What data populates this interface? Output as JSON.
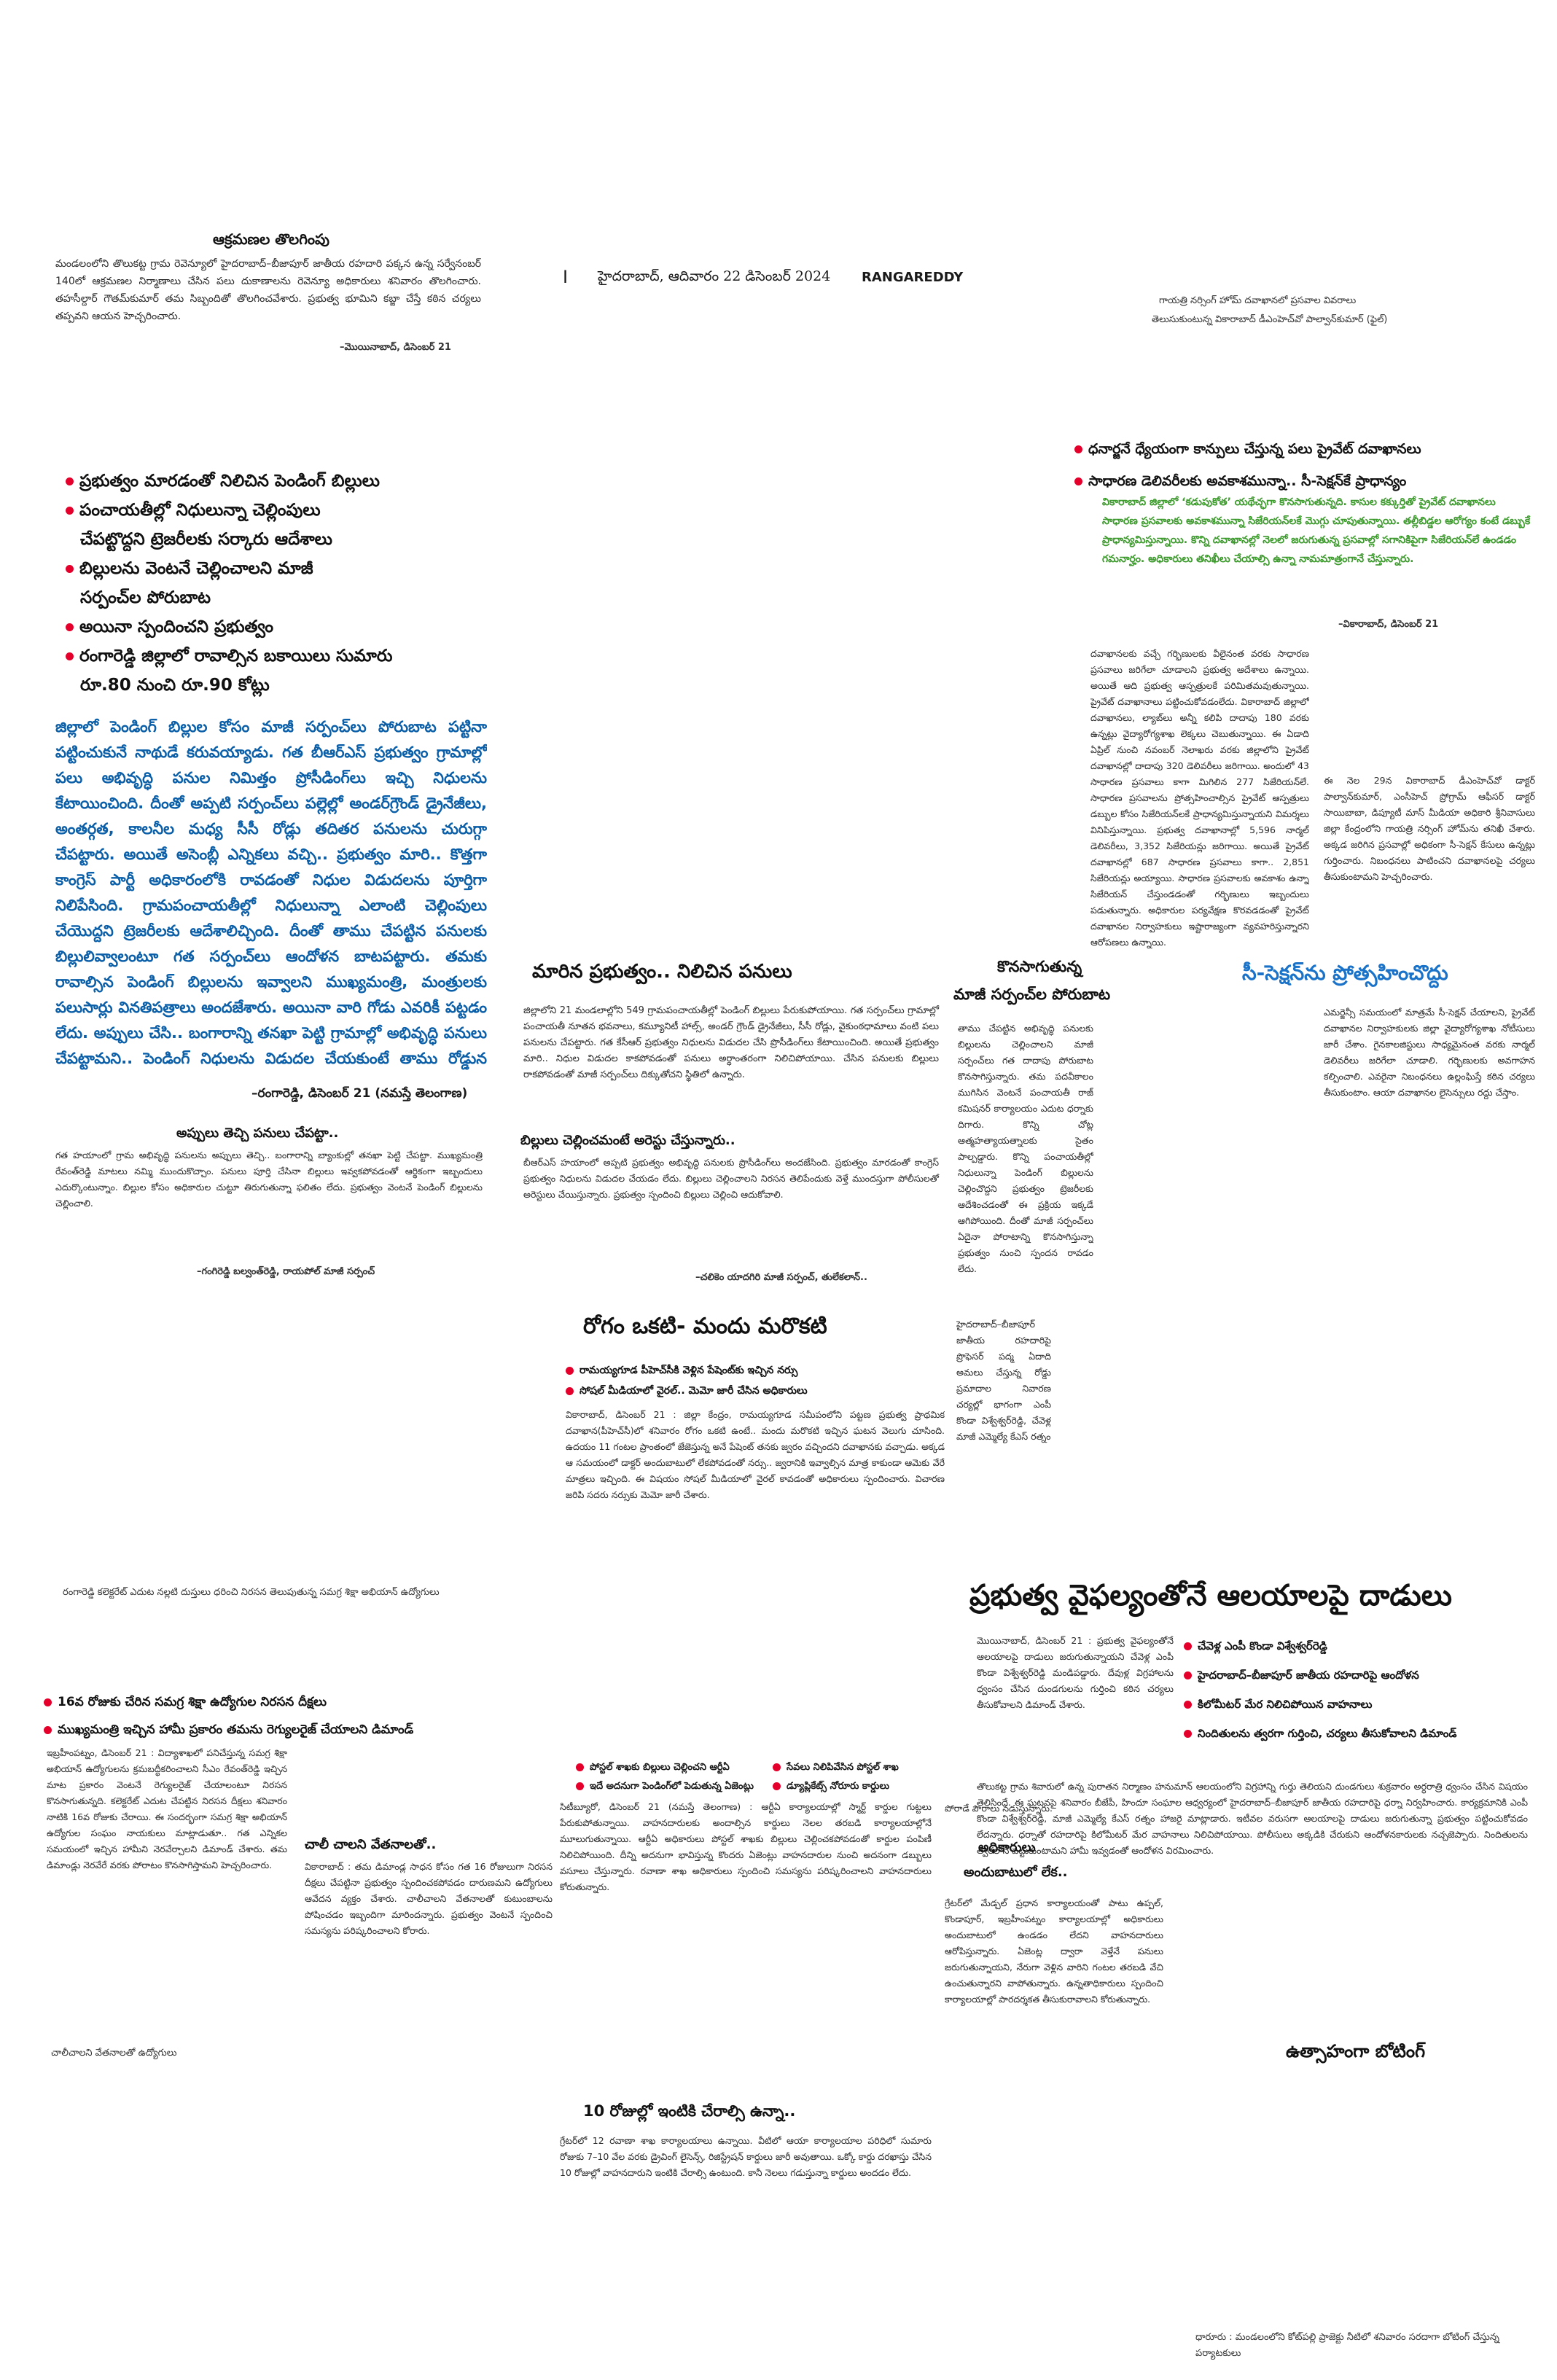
{
  "header": {
    "page_marker": "I",
    "dateline": "హైదరాబాద్, ఆదివారం 22 డిసెంబర్ 2024",
    "section": "RANGAREDDY"
  },
  "top_left": {
    "title": "ఆక్రమణల తొలగింపు",
    "body": "మండలంలోని తొలుకట్ట గ్రామ రెవెన్యూలో హైదరాబాద్–బీజాపూర్ జాతీయ రహదారి పక్కన ఉన్న సర్వేనంబర్ 140లో ఆక్రమణల నిర్మాణాలు చేసిన పలు దుకాణాలను రెవెన్యూ అధికారులు శనివారం తొలగించారు. తహసీల్దార్ గౌతమ్‌కుమార్ తమ సిబ్బందితో తొలగించవేశారు. ప్రభుత్వ భూమిని కబ్జా చేస్తే కఠిన చర్యలు తప్పవని ఆయన హెచ్చరించారు.",
    "dateline": "–మొయినాబాద్, డిసెంబర్ 21"
  },
  "top_right_caption": {
    "line1": "గాయత్రి నర్సింగ్ హోమ్ దవాఖానలో ప్రసవాల వివరాలు",
    "line2": "తెలుసుకుంటున్న వికారాబాద్ డీఎంహెచ్‌వో పాల్వాన్‌కుమార్ (ఫైల్)"
  },
  "pending_bills": {
    "bullets": [
      "ప్రభుత్వం మారడంతో నిలిచిన పెండింగ్ బిల్లులు",
      "పంచాయతీల్లో నిధులున్నా చెల్లింపులు",
      "చేపట్టొద్దని ట్రెజరీలకు సర్కారు ఆదేశాలు",
      "బిల్లులను వెంటనే చెల్లించాలని మాజీ",
      "సర్పంచ్‌ల పోరుబాట",
      "అయినా స్పందించని ప్రభుత్వం",
      "రంగారెడ్డి జిల్లాలో రావాల్సిన బకాయిలు సుమారు",
      "రూ.80 నుంచి రూ.90 కోట్లు"
    ],
    "intro": "జిల్లాలో పెండింగ్ బిల్లుల కోసం మాజీ సర్పంచ్‌లు పోరుబాట పట్టినా పట్టించుకునే నాథుడే కరువయ్యాడు. గత బీఆర్‌ఎస్ ప్రభుత్వం గ్రామాల్లో పలు అభివృద్ధి పనుల నిమిత్తం ప్రోసీడింగ్‌లు ఇచ్చి నిధులను కేటాయించింది. దీంతో అప్పటి సర్పంచ్‌లు పల్లెల్లో అండర్‌గ్రౌండ్ డ్రైనేజీలు, అంతర్గత, కాలనీల మధ్య సీసీ రోడ్లు తదితర పనులను చురుగ్గా చేపట్టారు. అయితే అసెంబ్లీ ఎన్నికలు వచ్చి.. ప్రభుత్వం మారి.. కొత్తగా కాంగ్రెస్ పార్టీ అధికారంలోకి రావడంతో నిధుల విడుదలను పూర్తిగా నిలిపేసింది. గ్రామపంచాయతీల్లో నిధులున్నా ఎలాంటి చెల్లింపులు చేయొద్దని ట్రెజరీలకు ఆదేశాలిచ్చింది. దీంతో తాము చేపట్టిన పనులకు బిల్లులివ్వాలంటూ గత సర్పంచ్‌లు ఆందోళన బాటపట్టారు. తమకు రావాల్సిన పెండింగ్ బిల్లులను ఇవ్వాలని ముఖ్యమంత్రి, మంత్రులకు పలుసార్లు వినతిపత్రాలు అందజేశారు. అయినా వారి గోడు ఎవరికీ పట్టడం లేదు. అప్పులు చేసి.. బంగారాన్ని తనఖా పెట్టి గ్రామాల్లో అభివృద్ధి పనులు చేపట్టామని.. పెండింగ్ నిధులను విడుదల చేయకుంటే తాము రోడ్డున పడుతామని వారు ఆవేదన వ్యక్తం చేస్తున్నారు. జిల్లాలో సుమారుగా రూ.80 నుంచి రూ.90 కోట్ల బకాయిలు ఉన్నట్లు సమాచారం.",
    "dateline": "–రంగారెడ్డి, డిసెంబర్ 21 (నమస్తే తెలంగాణ)"
  },
  "maarina": {
    "title": "మారిన ప్రభుత్వం.. నిలిచిన పనులు",
    "body": "జిల్లాలోని 21 మండలాల్లోని 549 గ్రామపంచాయతీల్లో పెండింగ్ బిల్లులు పేరుకుపోయాయి. గత సర్పంచ్‌లు గ్రామాల్లో పంచాయతీ నూతన భవనాలు, కమ్యూనిటీ హాల్స్, అండర్ గ్రౌండ్ డ్రైనేజీలు, సీసీ రోడ్లు, వైకుంఠధామాలు వంటి పలు పనులను చేపట్టారు. గత కేసీఆర్ ప్రభుత్వం నిధులను విడుదల చేసి ప్రొసీడింగ్‌లు కేటాయించింది. అయితే ప్రభుత్వం మారి.. నిధుల విడుదల కాకపోవడంతో పనులు అర్ధాంతరంగా నిలిచిపోయాయి. చేసిన పనులకు బిల్లులు రాకపోవడంతో మాజీ సర్పంచ్‌లు దిక్కుతోచని స్థితిలో ఉన్నారు."
  },
  "konasaagutunna": {
    "title_line1": "కొనసాగుతున్న",
    "title_line2": "మాజీ సర్పంచ్‌ల పోరుబాట",
    "body": "తాము చేపట్టిన అభివృద్ధి పనులకు బిల్లులను చెల్లించాలని మాజీ సర్పంచ్‌లు గత దాదాపు పోరుబాట కొనసాగిస్తున్నారు. తమ పదవీకాలం ముగిసిన వెంటనే పంచాయతీ రాజ్ కమిషనర్ కార్యాలయం ఎదుట ధర్నాకు దిగారు. కొన్ని చోట్ల ఆత్మహత్యాయత్నాలకు సైతం పాల్పడ్డారు. కొన్ని పంచాయతీల్లో నిధులున్నా పెండింగ్ బిల్లులను చెల్లించొద్దని ప్రభుత్వం ట్రెజరీలకు ఆదేశించడంతో ఈ ప్రక్రియ ఇక్కడే ఆగిపోయింది. దీంతో మాజీ సర్పంచ్‌లు ఏదైనా పోరాటాన్ని కొనసాగిస్తున్నా ప్రభుత్వం నుంచి స్పందన రావడం లేదు."
  },
  "appulu": {
    "title": "అప్పులు తెచ్చి పనులు చేపట్టా..",
    "body": "గత హయాంలో గ్రామ అభివృద్ధి పనులను అప్పులు తెచ్చి.. బంగారాన్ని బ్యాంకుల్లో తనఖా పెట్టి చేపట్టా. ముఖ్యమంత్రి రేవంత్‌రెడ్డి మాటలు నమ్మి ముందుకొచ్చాం. పనులు పూర్తి చేసినా బిల్లులు ఇవ్వకపోవడంతో ఆర్థికంగా ఇబ్బందులు ఎదుర్కొంటున్నాం. బిల్లుల కోసం అధికారుల చుట్టూ తిరుగుతున్నా ఫలితం లేదు. ప్రభుత్వం వెంటనే పెండింగ్ బిల్లులను చెల్లించాలి.",
    "byline": "–గంగిరెడ్డి బల్వంత్‌రెడ్డి, రాయపోల్ మాజీ సర్పంచ్"
  },
  "billulu": {
    "title": "బిల్లులు చెల్లించమంటే అరెస్టు చేస్తున్నారు..",
    "body": "బీఆర్‌ఎస్ హయాంలో అప్పటి ప్రభుత్వం అభివృద్ధి పనులకు ప్రొసీడింగ్‌లు అందజేసింది. ప్రభుత్వం మారడంతో కాంగ్రెస్ ప్రభుత్వం నిధులను విడుదల చేయడం లేదు. బిల్లులు చెల్లించాలని నిరసన తెలిపేందుకు వెళ్తే ముందస్తుగా పోలీసులతో అరెస్టులు చేయిస్తున్నారు. ప్రభుత్వం స్పందించి బిల్లులు చెల్లించి ఆదుకోవాలి.",
    "byline": "–చలికెం యాదగిరి మాజీ సర్పంచ్, తులేకలాన్.."
  },
  "private_hospitals": {
    "bullets": [
      "ధనార్జనే ధ్యేయంగా కాన్పులు చేస్తున్న పలు ప్రైవేట్ దవాఖానలు",
      "సాధారణ డెలివరీలకు అవకాశమున్నా.. సీ-సెక్షన్‌కే ప్రాధాన్యం"
    ],
    "highlight": "వికారాబాద్ జిల్లాలో ‘కడుపుకోత’ యథేచ్ఛగా కొనసాగుతున్నది. కాసుల కక్కుర్తితో ప్రైవేట్ దవాఖానలు సాధారణ ప్రసవాలకు అవకాశమున్నా సిజేరియన్‌లకే మొగ్గు చూపుతున్నాయి. తల్లీబిడ్డల ఆరోగ్యం కంటే డబ్బుకే ప్రాధాన్యమిస్తున్నాయి. కొన్ని దవాఖానల్లో నెలలో జరుగుతున్న ప్రసవాల్లో సగానికిపైగా సిజేరియన్‌లే ఉండడం గమనార్హం. అధికారులు తనిఖీలు చేయాల్సి ఉన్నా నామమాత్రంగానే చేస్తున్నారు.",
    "dateline": "–వికారాబాద్, డిసెంబర్ 21",
    "body_left": "దవాఖానలకు వచ్చే గర్భిణులకు వీలైనంత వరకు సాధారణ ప్రసవాలు జరిగేలా చూడాలని ప్రభుత్వ ఆదేశాలు ఉన్నాయి. అయితే ఆది ప్రభుత్వ ఆస్పత్రులకే పరిమితమవుతున్నాయి. ప్రైవేట్ దవాఖానాలు పట్టించుకోవడంలేదు. వికారాబాద్ జిల్లాలో దవాఖానలు, ల్యాబ్‌లు అన్నీ కలిపి దాదాపు 180 వరకు ఉన్నట్లు వైద్యారోగ్యశాఖ లెక్కలు చెబుతున్నాయి. ఈ ఏడాది ఏప్రిల్ నుంచి నవంబర్ నెలాఖరు వరకు జిల్లాలోని ప్రైవేట్ దవాఖానల్లో దాదాపు 320 డెలివరీలు జరిగాయి. అందులో 43 సాధారణ ప్రసవాలు కాగా మిగిలిన 277 సిజేరియన్‌లే. సాధారణ ప్రసవాలను ప్రోత్సహించాల్సిన ప్రైవేట్ ఆస్పత్రులు డబ్బుల కోసం సిజేరియన్‌లకే ప్రాధాన్యమిస్తున్నాయని విమర్శలు వినిపిస్తున్నాయి. ప్రభుత్వ దవాఖానాల్లో 5,596 నార్మల్ డెలివరీలు, 3,352 సిజేరియన్లు జరిగాయి. అయితే ప్రైవేట్ దవాఖానల్లో 687 సాధారణ ప్రసవాలు కాగా.. 2,851 సిజేరియన్లు అయ్యాయి. సాధారణ ప్రసవాలకు అవకాశం ఉన్నా సిజేరియన్ చేస్తుండడంతో గర్భిణులు ఇబ్బందులు పడుతున్నారు. అధికారుల పర్యవేక్షణ కొరవడడంతో ప్రైవేట్ దవాఖానల నిర్వాహకులు ఇష్టారాజ్యంగా వ్యవహరిస్తున్నారని ఆరోపణలు ఉన్నాయి.",
    "body_right": "ఈ నెల 29న వికారాబాద్ డీఎంహెచ్‌వో డాక్టర్ పాల్వాన్‌కుమార్, ఎంసీహెచ్ ప్రోగ్రామ్ ఆఫీసర్ డాక్టర్ సాయిబాబా, డిప్యూటీ మాస్ మీడియా అధికారి శ్రీనివాసులు జిల్లా కేంద్రంలోని గాయత్రి నర్సింగ్ హోమ్‌ను తనిఖీ చేశారు. అక్కడ జరిగిన ప్రసవాల్లో అధికంగా సీ-సెక్షన్ కేసులు ఉన్నట్లు గుర్తించారు. నిబంధనలు పాటించని దవాఖానలపై చర్యలు తీసుకుంటామని హెచ్చరించారు."
  },
  "csection": {
    "title": "సీ-సెక్షన్‌ను ప్రోత్సహించొద్దు",
    "body": "ఎమర్జెన్సీ సమయంలో మాత్రమే సీ-సెక్షన్ చేయాలని, ప్రైవేట్ దవాఖానల నిర్వాహకులకు జిల్లా వైద్యారోగ్యశాఖ నోటీసులు జారీ చేశాం. గైనకాలజిస్టులు సాధ్యమైనంత వరకు నార్మల్ డెలివరీలు జరిగేలా చూడాలి. గర్భిణులకు అవగాహన కల్పించాలి. ఎవరైనా నిబంధనలు ఉల్లంఘిస్తే కఠిన చర్యలు తీసుకుంటాం. ఆయా దవాఖానల లైసెన్సులు రద్దు చేస్తాం."
  },
  "rogam": {
    "title": "రోగం ఒకటి- మందు మరొకటి",
    "bullets": [
      "రామయ్యగూడ పీహెచ్‌సీకి వెళ్లిన పేషెంట్‌కు ఇచ్చిన నర్సు",
      "సోషల్ మీడియాలో వైరల్.. మెమో జారీ చేసిన అధికారులు"
    ],
    "body": "వికారాబాద్, డిసెంబర్ 21 : జిల్లా కేంద్రం, రామయ్యగూడ సమీపంలోని పట్టణ ప్రభుత్వ ప్రాథమిక దవాఖాన(పీహెచ్‌సీ)లో శనివారం రోగం ఒకటి ఉంటే.. మందు మరొకటి ఇచ్చిన ఘటన వెలుగు చూసింది. ఉదయం 11 గంటల ప్రాంతంలో జేజెస్తున్న అనే పేషెంట్ తనకు జ్వరం వచ్చిందని దవాఖానకు వచ్చాడు. అక్కడ ఆ సమయంలో డాక్టర్ అందుబాటులో లేకపోవడంతో నర్సు.. జ్వరానికి ఇవ్వాల్సిన మాత్ర కాకుండా ఆమెకు వేరే మాత్రలు ఇచ్చింది. ఈ విషయం సోషల్ మీడియాలో వైరల్ కావడంతో అధికారులు స్పందించారు. విచారణ జరిపి సదరు నర్సుకు మెమో జారీ చేశారు.",
    "side": "హైదరాబాద్–బీజాపూర్ జాతీయ రహదారిపై ప్రొఫెసర్ పద్మ ఏదాది అమలు చేస్తున్న రోడ్డు ప్రమాదాల నివారణ చర్యల్లో భాగంగా ఎంపీ కొండా విశ్వేశ్వర్‌రెడ్డి, చేవెళ్ల మాజీ ఎమ్మెల్యే కేఎస్ రత్నం"
  },
  "photo_caption_left": "రంగారెడ్డి కలెక్టరేట్ ఎదుట నల్లటి దుస్తులు ధరించి నిరసన తెలుపుతున్న సమగ్ర శిక్షా అభియాన్ ఉద్యోగులు",
  "alayalu": {
    "title": "ప్రభుత్వ వైఫల్యంతోనే ఆలయాలపై దాడులు",
    "bullets": [
      "చేవెళ్ల ఎంపీ కొండా విశ్వేశ్వర్‌రెడ్డి",
      "హైదరాబాద్–బీజాపూర్ జాతీయ రహదారిపై ఆందోళన",
      "కిలోమీటర్ మేర నిలిచిపోయిన వాహనాలు",
      "నిందితులను త్వరగా గుర్తించి, చర్యలు తీసుకోవాలని డిమాండ్"
    ],
    "body_col": "మొయినాబాద్, డిసెంబర్ 21 : ప్రభుత్వ వైఫల్యంతోనే ఆలయాలపై దాడులు జరుగుతున్నాయని చేవెళ్ల ఎంపీ కొండా విశ్వేశ్వర్‌రెడ్డి మండిపడ్డారు. దేవుళ్ల విగ్రహాలను ధ్వంసం చేసిన దుండగులను గుర్తించి కఠిన చర్యలు తీసుకోవాలని డిమాండ్ చేశారు.",
    "body_wide": "తొలుకట్ట గ్రామ శివారులో ఉన్న పురాతన నిర్మాణం హనుమాన్ ఆలయంలోని విగ్రహాన్ని గుర్తు తెలియని దుండగులు శుక్రవారం అర్ధరాత్రి ధ్వంసం చేసిన విషయం తెలిసిందే. ఈ ఘటనపై శనివారం బీజేపీ, హిందూ సంఘాల ఆధ్వర్యంలో హైదరాబాద్–బీజాపూర్ జాతీయ రహదారిపై ధర్నా నిర్వహించారు. కార్యక్రమానికి ఎంపీ కొండా విశ్వేశ్వర్‌రెడ్డి, మాజీ ఎమ్మెల్యే కేఎస్ రత్నం హాజరై మాట్లాడారు. ఇటీవల వరుసగా ఆలయాలపై దాడులు జరుగుతున్నా ప్రభుత్వం పట్టించుకోవడం లేదన్నారు. ధర్నాతో రహదారిపై కిలోమీటర్ మేర వాహనాలు నిలిచిపోయాయి. పోలీసులు అక్కడికి చేరుకుని ఆందోళనకారులకు నచ్చజెప్పారు. నిందితులను త్వరలోనే పట్టుకుంటామని హామీ ఇవ్వడంతో ఆందోళన విరమించారు.",
    "photo_caption": "ఉత్సాహంగా బోటింగ్",
    "photo_credit": "ధారూరు : మండలంలోని కోట్‌పల్లి ప్రాజెక్టు నీటిలో శనివారం సరదాగా బోటింగ్ చేస్తున్న పర్యాటకులు"
  },
  "ssa": {
    "bullets": [
      "16వ రోజుకు చేరిన సమగ్ర శిక్షా ఉద్యోగుల నిరసన దీక్షలు",
      "ముఖ్యమంత్రి ఇచ్చిన హామీ ప్రకారం తమను రెగ్యులరైజ్ చేయాలని డిమాండ్"
    ],
    "body": "ఇబ్రహీంపట్నం, డిసెంబర్ 21 : విద్యాశాఖలో పనిచేస్తున్న సమగ్ర శిక్షా అభియాన్ ఉద్యోగులను క్రమబద్ధీకరించాలని సీఎం రేవంత్‌రెడ్డి ఇచ్చిన మాట ప్రకారం వెంటనే రెగ్యులరైజ్ చేయాలంటూ నిరసన కొనసాగుతున్నది. కలెక్టరేట్ ఎదుట చేపట్టిన నిరసన దీక్షలు శనివారం నాటికి 16వ రోజుకు చేరాయి. ఈ సందర్భంగా సమగ్ర శిక్షా అభియాన్ ఉద్యోగుల సంఘం నాయకులు మాట్లాడుతూ.. గత ఎన్నికల సమయంలో ఇచ్చిన హామీని నెరవేర్చాలని డిమాండ్ చేశారు. తమ డిమాండ్లు నెరవేరే వరకు పోరాటం కొనసాగిస్తామని హెచ్చరించారు.",
    "sub_title": "చాలీ చాలని వేతనాలతో..",
    "sub_body": "వికారాబాద్ : తమ డిమాండ్ల సాధన కోసం గత 16 రోజులుగా నిరసన దీక్షలు చేపట్టినా ప్రభుత్వం స్పందించకపోవడం దారుణమని ఉద్యోగులు ఆవేదన వ్యక్తం చేశారు. చాలీచాలని వేతనాలతో కుటుంబాలను పోషించడం ఇబ్బందిగా మారిందన్నారు. ప్రభుత్వం వెంటనే స్పందించి సమస్యను పరిష్కరించాలని కోరారు.",
    "photo_caption": "చాలీచాలని వేతనాలతో ఉద్యోగులు"
  },
  "postal": {
    "bullets": [
      "పోస్టల్ శాఖకు బిల్లులు చెల్లించని ఆర్టీఏ",
      "ఇదే అదనుగా పెండింగ్‌లో పెడుతున్న ఏజెంట్లు",
      "సేవలు నిలిపివేసిన పోస్టల్ శాఖ",
      "డ్యూప్లికేట్స్ నోరూరు కార్డులు"
    ],
    "body": "సిటీబ్యూరో, డిసెంబర్ 21 (నమస్తే తెలంగాణ) : ఆర్టీఏ కార్యాలయాల్లో స్మార్ట్ కార్డుల గుట్టలు పేరుకుపోతున్నాయి. వాహనదారులకు అందాల్సిన కార్డులు నెలల తరబడి కార్యాలయాల్లోనే మూలుగుతున్నాయి. ఆర్టీఏ అధికారులు పోస్టల్ శాఖకు బిల్లులు చెల్లించకపోవడంతో కార్డుల పంపిణీ నిలిచిపోయింది. దీన్ని అదనుగా భావిస్తున్న కొందరు ఏజెంట్లు వాహనదారుల నుంచి అదనంగా డబ్బులు వసూలు చేస్తున్నారు. రవాణా శాఖ అధికారులు స్పందించి సమస్యను పరిష్కరించాలని వాహనదారులు కోరుతున్నారు.",
    "sub_title": "10 రోజుల్లో ఇంటికి చేరాల్సి ఉన్నా..",
    "sub_body": "గ్రేటర్‌లో 12 రవాణా శాఖ కార్యాలయాలు ఉన్నాయి. వీటిలో ఆయా కార్యాలయాల పరిధిలో సుమారు రోజుకు 7–10 వేల వరకు డ్రైవింగ్ లైసెన్స్, రిజిస్ట్రేషన్ కార్డులు జారీ అవుతాయి. ఒక్కో కార్డు దరఖాస్తు చేసిన 10 రోజుల్లో వాహనదారుని ఇంటికి చేరాల్సి ఉంటుంది. కానీ నెలలు గడుస్తున్నా కార్డులు అందడం లేదు.",
    "side_body": "పోరాడే పౌరాలు నడుస్తున్నారు."
  },
  "officials": {
    "title_line1": "అధికారులు",
    "title_line2": "అందుబాటులో లేక..",
    "body": "గ్రేటర్‌లో మేడ్చల్ ప్రధాన కార్యాలయంతో పాటు ఉప్పల్, కొండాపూర్, ఇబ్రహీంపట్నం కార్యాలయాల్లో అధికారులు అందుబాటులో ఉండడం లేదని వాహనదారులు ఆరోపిస్తున్నారు. ఏజెంట్ల ద్వారా వెళ్తేనే పనులు జరుగుతున్నాయని, నేరుగా వెళ్లిన వారిని గంటల తరబడి వేచి ఉంచుతున్నారని వాపోతున్నారు. ఉన్నతాధికారులు స్పందించి కార్యాలయాల్లో పారదర్శకత తీసుకురావాలని కోరుతున్నారు."
  }
}
